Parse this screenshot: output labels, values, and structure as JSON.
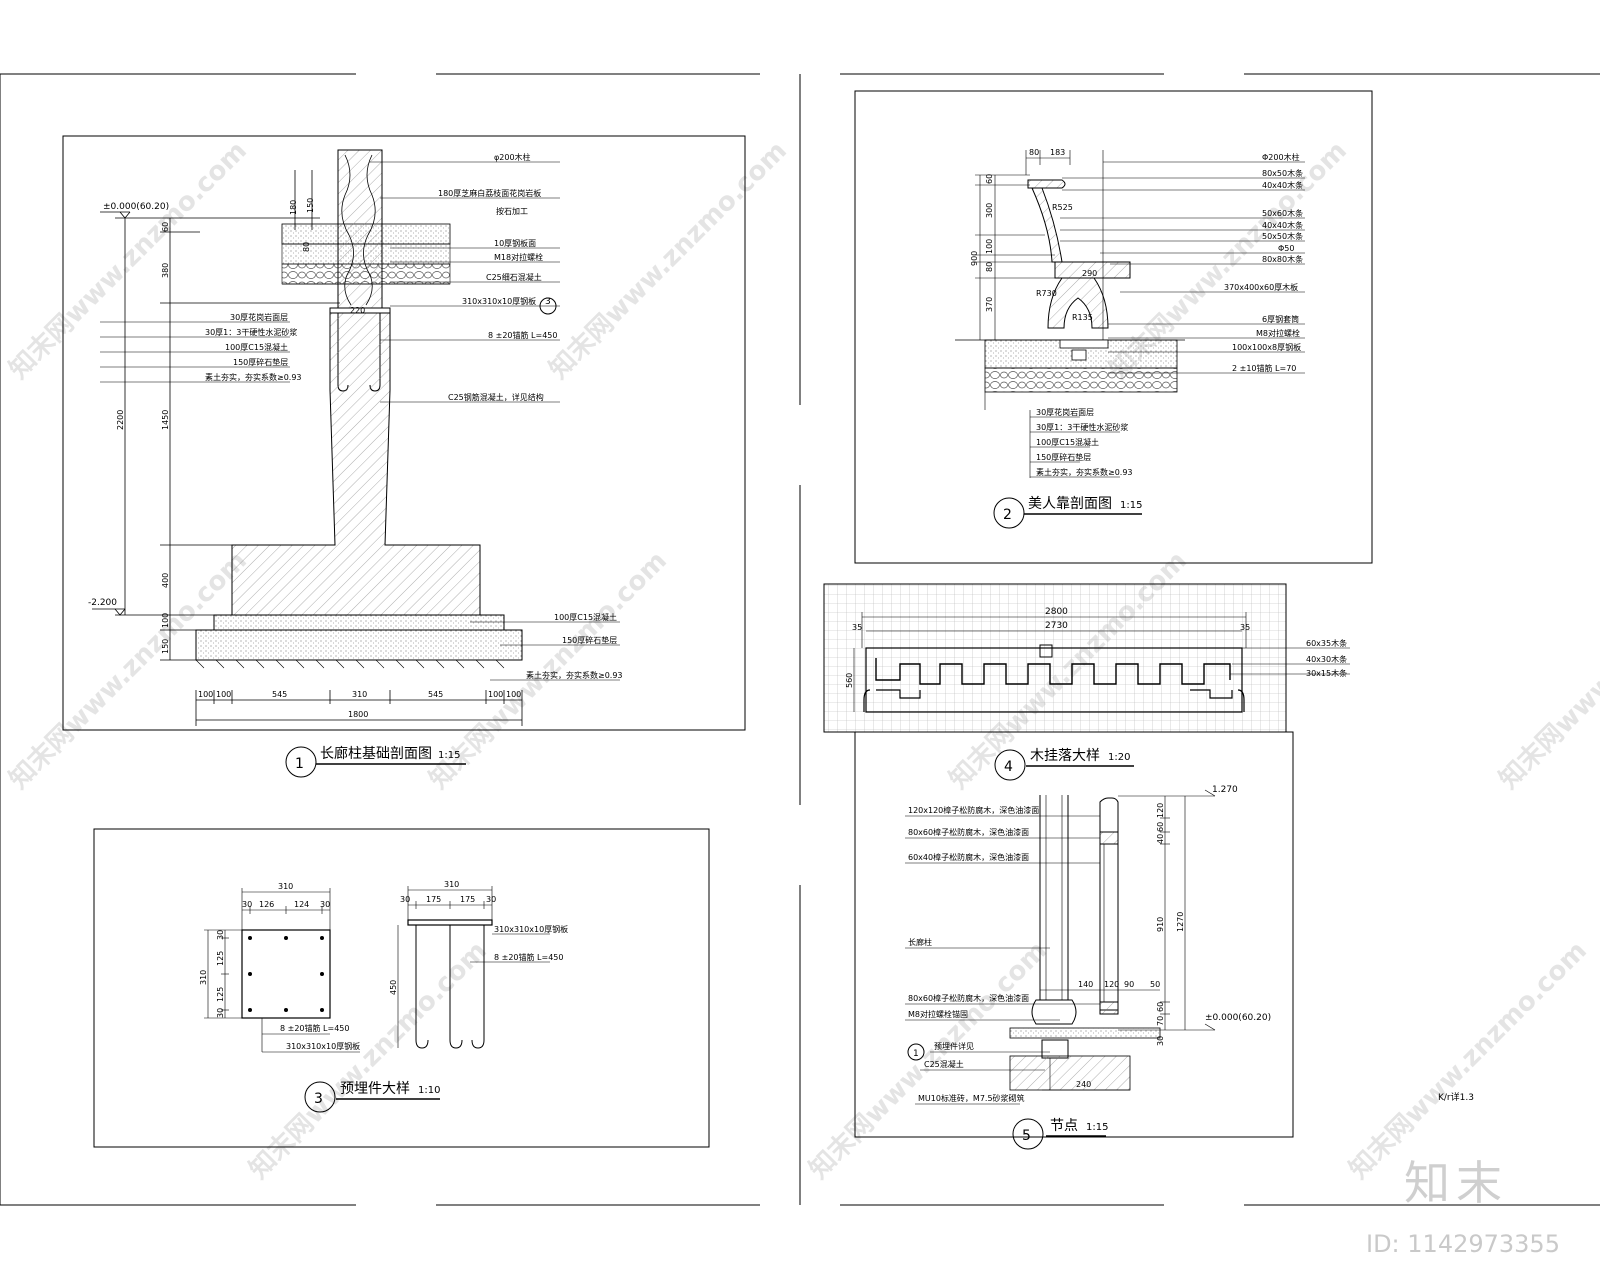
{
  "watermark": {
    "site": "知末网www.znzmo.com",
    "brand": "知末",
    "id_label": "ID: 1142973355"
  },
  "drawing1": {
    "num": "1",
    "title": "长廊柱基础剖面图",
    "scale": "1:15",
    "level_top": "±0.000(60.20)",
    "level_bottom": "-2.200",
    "dims_left": [
      "180",
      "150",
      "60",
      "80",
      "380",
      "2200",
      "1450",
      "400",
      "100",
      "150"
    ],
    "dims_bottom": [
      "100",
      "100",
      "545",
      "310",
      "545",
      "100",
      "100",
      "1800"
    ],
    "dim_220": "220",
    "labels": [
      "φ200木柱",
      "180厚芝麻白荔枝面花岗岩板",
      "按石加工",
      "10厚钢板面",
      "M18对拉螺栓",
      "C25细石混凝土",
      "310x310x10厚钢板",
      "8 ±20锚筋 L=450",
      "C25钢筋混凝土，详见结构",
      "100厚C15混凝土",
      "150厚碎石垫层",
      "素土夯实，夯实系数≥0.93"
    ],
    "left_labels": [
      "30厚花岗岩面层",
      "30厚1：3干硬性水泥砂浆",
      "100厚C15混凝土",
      "150厚碎石垫层",
      "素土夯实，夯实系数≥0.93"
    ],
    "ref": "3"
  },
  "drawing2": {
    "num": "2",
    "title": "美人靠剖面图",
    "scale": "1:15",
    "top_dims": [
      "80",
      "183"
    ],
    "left_dims": [
      "60",
      "300",
      "900",
      "100",
      "80",
      "370"
    ],
    "inner": [
      "R525",
      "290",
      "R730",
      "R135"
    ],
    "labels": [
      "Φ200木柱",
      "80x50木条",
      "40x40木条",
      "50x60木条",
      "40x40木条",
      "50x50木条",
      "Φ50",
      "80x80木条",
      "370x400x60厚木板",
      "6厚钢套筒",
      "M8对拉螺栓",
      "100x100x8厚钢板",
      "2 ±10锚筋 L=70"
    ],
    "layers": [
      "30厚花岗岩面层",
      "30厚1：3干硬性水泥砂浆",
      "100厚C15混凝土",
      "150厚碎石垫层",
      "素土夯实，夯实系数≥0.93"
    ]
  },
  "drawing3": {
    "num": "3",
    "title": "预埋件大样",
    "scale": "1:10",
    "plan_top": [
      "310",
      "30",
      "126",
      "124",
      "30"
    ],
    "plan_left": [
      "310",
      "30",
      "125",
      "125",
      "30"
    ],
    "plan_labels": [
      "8 ±20锚筋 L=450",
      "310x310x10厚钢板"
    ],
    "sec_top": [
      "310",
      "30",
      "175",
      "175",
      "30"
    ],
    "sec_left": "450",
    "sec_labels": [
      "310x310x10厚钢板",
      "8 ±20锚筋 L=450"
    ]
  },
  "drawing4": {
    "num": "4",
    "title": "木挂落大样",
    "scale": "1:20",
    "dims": [
      "2800",
      "2730",
      "35",
      "35",
      "560"
    ],
    "labels": [
      "60x35木条",
      "40x30木条",
      "30x15木条"
    ]
  },
  "drawing5": {
    "num": "5",
    "title": "节点",
    "scale": "1:15",
    "level_top": "1.270",
    "level_bottom": "±0.000(60.20)",
    "right_dims": [
      "120",
      "60",
      "40",
      "910",
      "1270",
      "60",
      "70",
      "30"
    ],
    "mid_dims": [
      "140",
      "120",
      "90",
      "50",
      "240"
    ],
    "labels": [
      "120x120樟子松防腐木，深色油漆面",
      "80x60樟子松防腐木，深色油漆面",
      "60x40樟子松防腐木，深色油漆面",
      "长廊柱",
      "80x60樟子松防腐木，深色油漆面",
      "M8对拉螺栓锚固",
      "预埋件详见",
      "C25混凝土",
      "MU10标准砖，M7.5砂浆砌筑"
    ],
    "ref": "1"
  },
  "misc": {
    "small_note": "K/r详1.3"
  }
}
